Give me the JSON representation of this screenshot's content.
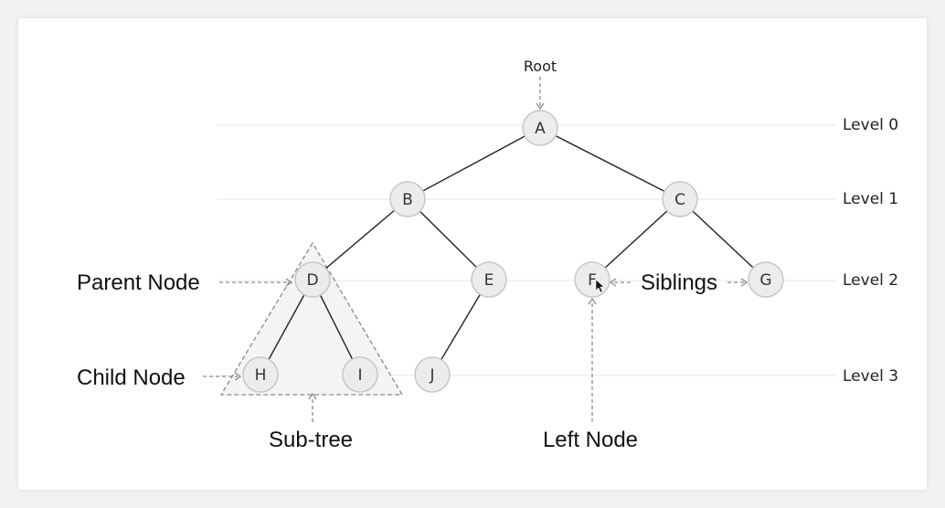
{
  "diagram": {
    "root_label": "Root",
    "nodes": {
      "A": "A",
      "B": "B",
      "C": "C",
      "D": "D",
      "E": "E",
      "F": "F",
      "G": "G",
      "H": "H",
      "I": "I",
      "J": "J"
    },
    "levels": [
      "Level 0",
      "Level 1",
      "Level 2",
      "Level 3"
    ],
    "annotations": {
      "parent_node": "Parent Node",
      "child_node": "Child Node",
      "siblings": "Siblings",
      "sub_tree": "Sub-tree",
      "left_node": "Left Node"
    },
    "colors": {
      "node_fill": "#ececec",
      "node_stroke": "#c7c7c7",
      "edge": "#222222",
      "dash": "#8a8a8a"
    }
  }
}
